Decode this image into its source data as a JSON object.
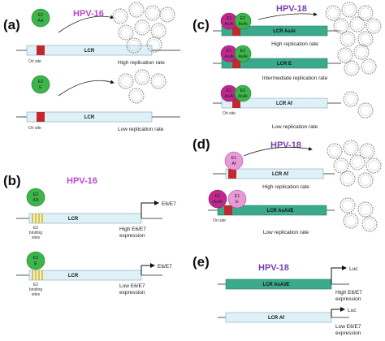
{
  "colors": {
    "hpv16": "#b84ac9",
    "hpv18": "#7a3fb0",
    "e2_green": "#3cb54a",
    "e1_magenta": "#c0278f",
    "e1_pink": "#e79ad6",
    "lcr_light": "#dff1f7",
    "lcr_teal": "#3aa98c",
    "ori_red": "#c4282e",
    "e2bs_yellow": "#e6c42a"
  },
  "panel_a": {
    "label": "(a)",
    "title": "HPV-16",
    "top": {
      "protein": [
        "E2",
        "AA"
      ],
      "lcr": "LCR",
      "ori": "Ori site",
      "outcome": "High replication rate"
    },
    "bottom": {
      "protein": [
        "E2",
        "E"
      ],
      "lcr": "LCR",
      "ori": "Ori site",
      "outcome": "Low replication rate"
    }
  },
  "panel_b": {
    "label": "(b)",
    "title": "HPV-16",
    "top": {
      "protein": [
        "E2",
        "AA"
      ],
      "lcr": "LCR",
      "sites": [
        "E2",
        "binding",
        "sites"
      ],
      "gene": "E6/E7",
      "outcome": [
        "High E6/E7",
        "expression"
      ]
    },
    "bottom": {
      "protein": [
        "E2",
        "E"
      ],
      "lcr": "LCR",
      "sites": [
        "E2",
        "binding",
        "sites"
      ],
      "gene": "E6/E7",
      "outcome": [
        "Low E6/E7",
        "expression"
      ]
    }
  },
  "panel_c": {
    "label": "(c)",
    "title": "HPV-18",
    "row1": {
      "e1": [
        "E1",
        "AsAi"
      ],
      "e2": [
        "E2",
        "AsAi"
      ],
      "lcr": "LCR AsAi",
      "outcome": "High replication rate"
    },
    "row2": {
      "e1": [
        "E1",
        "AsAi"
      ],
      "e2": [
        "E2",
        "AsAi"
      ],
      "lcr": "LCR E",
      "outcome": "Intermediate replication rate"
    },
    "row3": {
      "e1": [
        "E1",
        "AsAi"
      ],
      "e2": [
        "E2",
        "AsAi"
      ],
      "lcr": "LCR Af",
      "ori": "Ori site",
      "outcome": "Low replication rate"
    }
  },
  "panel_d": {
    "label": "(d)",
    "title": "HPV-18",
    "row1": {
      "e1": [
        "E1",
        "Af"
      ],
      "lcr": "LCR Af",
      "outcome": "High replication rate"
    },
    "row2": {
      "e1": [
        "E1",
        "AsAi"
      ],
      "e1b": [
        "E1",
        "E"
      ],
      "lcr": "LCR AsAi/E",
      "ori": "Ori site",
      "outcome": "Low replication rate"
    }
  },
  "panel_e": {
    "label": "(e)",
    "title": "HPV-18",
    "top": {
      "lcr": "LCR AsAi/E",
      "gene": "Luc",
      "outcome": [
        "High E6/E7",
        "expression"
      ]
    },
    "bottom": {
      "lcr": "LCR Af",
      "gene": "Luc",
      "outcome": [
        "Low E6/E7",
        "expression"
      ]
    }
  }
}
